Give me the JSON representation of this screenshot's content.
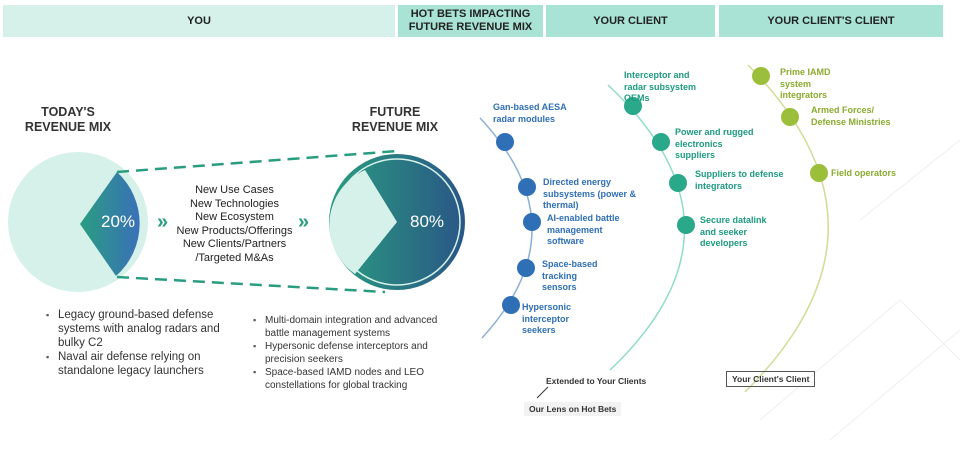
{
  "header": {
    "you": "YOU",
    "hot_bets": "HOT BETS IMPACTING FUTURE REVENUE MIX",
    "your_client": "YOUR CLIENT",
    "clients_client": "YOUR CLIENT'S CLIENT"
  },
  "today": {
    "title": "TODAY'S REVENUE MIX",
    "percent": "20%",
    "bullets": [
      "Legacy ground-based defense systems with analog radars and bulky C2",
      "Naval air defense relying on standalone legacy launchers"
    ]
  },
  "future": {
    "title": "FUTURE REVENUE MIX",
    "percent": "80%",
    "bullets": [
      "Multi-domain integration and advanced battle management systems",
      "Hypersonic defense interceptors and precision seekers",
      "Space-based IAMD nodes and LEO constellations for global tracking"
    ]
  },
  "drivers": [
    "New Use Cases",
    "New Technologies",
    "New Ecosystem",
    "New Products/Offerings",
    "New Clients/Partners",
    "/Targeted M&As"
  ],
  "hot_bets": [
    "Gan-based AESA radar modules",
    "Directed energy subsystems (power & thermal)",
    "AI-enabled battle management software",
    "Space-based tracking sensors",
    "Hypersonic interceptor seekers"
  ],
  "clients": [
    "Interceptor and radar subsystem OEMs",
    "Power and rugged electronics suppliers",
    "Suppliers to defense integrators",
    "Secure datalink and seeker developers"
  ],
  "clients_clients": [
    "Prime IAMD system integrators",
    "Armed Forces/ Defense Ministries",
    "Field operators"
  ],
  "notes": {
    "extended": "Extended to Your Clients",
    "lens": "Our Lens on Hot Bets",
    "clients_client": "Your Client's Client"
  },
  "colors": {
    "blue": "#2f6fb5",
    "teal": "#1d9b80",
    "green": "#8aab2e",
    "header_light": "#d5f1ea",
    "header": "#a9e3d5"
  }
}
